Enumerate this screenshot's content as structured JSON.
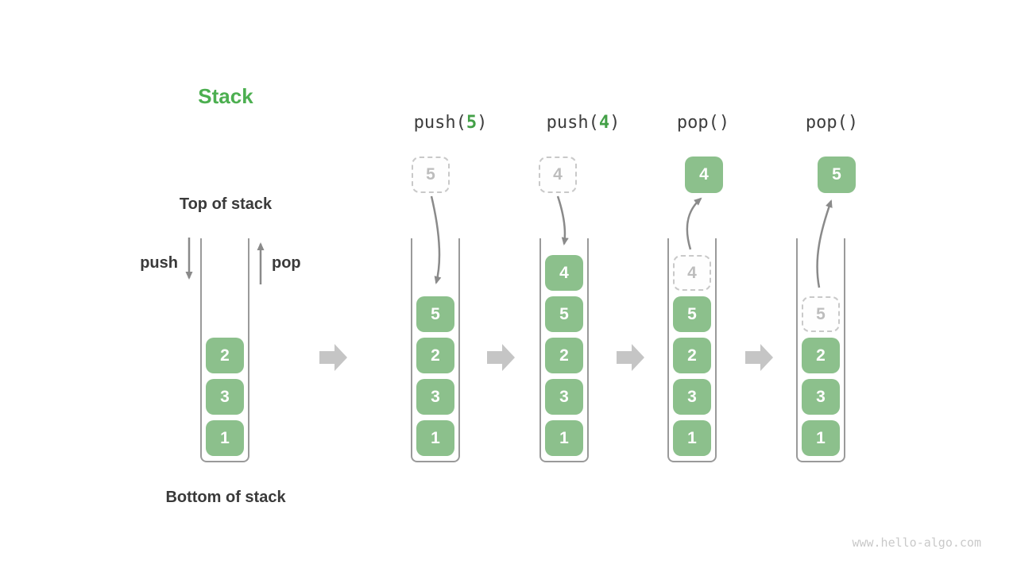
{
  "title": "Stack",
  "annotations": {
    "top_of_stack": "Top of stack",
    "bottom_of_stack": "Bottom of stack",
    "push_label": "push",
    "pop_label": "pop"
  },
  "operations": [
    {
      "pre": "push(",
      "arg": "5",
      "post": ")"
    },
    {
      "pre": "push(",
      "arg": "4",
      "post": ")"
    },
    {
      "pre": "pop()",
      "arg": "",
      "post": ""
    },
    {
      "pre": "pop()",
      "arg": "",
      "post": ""
    }
  ],
  "stacks": [
    {
      "name": "initial-stack",
      "items": [
        {
          "v": "2"
        },
        {
          "v": "3"
        },
        {
          "v": "1"
        }
      ]
    },
    {
      "name": "after-push-5",
      "floating": {
        "v": "5",
        "style": "dashed"
      },
      "items": [
        {
          "v": "5"
        },
        {
          "v": "2"
        },
        {
          "v": "3"
        },
        {
          "v": "1"
        }
      ]
    },
    {
      "name": "after-push-4",
      "floating": {
        "v": "4",
        "style": "dashed"
      },
      "items": [
        {
          "v": "4"
        },
        {
          "v": "5"
        },
        {
          "v": "2"
        },
        {
          "v": "3"
        },
        {
          "v": "1"
        }
      ]
    },
    {
      "name": "after-pop-4",
      "floating": {
        "v": "4",
        "style": "solid"
      },
      "items": [
        {
          "v": "4",
          "style": "dashed"
        },
        {
          "v": "5"
        },
        {
          "v": "2"
        },
        {
          "v": "3"
        },
        {
          "v": "1"
        }
      ]
    },
    {
      "name": "after-pop-5",
      "floating": {
        "v": "5",
        "style": "solid"
      },
      "items": [
        {
          "v": "5",
          "style": "dashed"
        },
        {
          "v": "2"
        },
        {
          "v": "3"
        },
        {
          "v": "1"
        }
      ]
    }
  ],
  "watermark": "www.hello-algo.com",
  "colors": {
    "accent_green": "#4caf50",
    "box_green": "#8cc08c",
    "dark_text": "#3a3a3a",
    "arrow_gray": "#8a8a8a",
    "transition_arrow_gray": "#c5c5c5",
    "dashed_border": "#c9c9c9",
    "container_border": "#9a9a9a"
  }
}
